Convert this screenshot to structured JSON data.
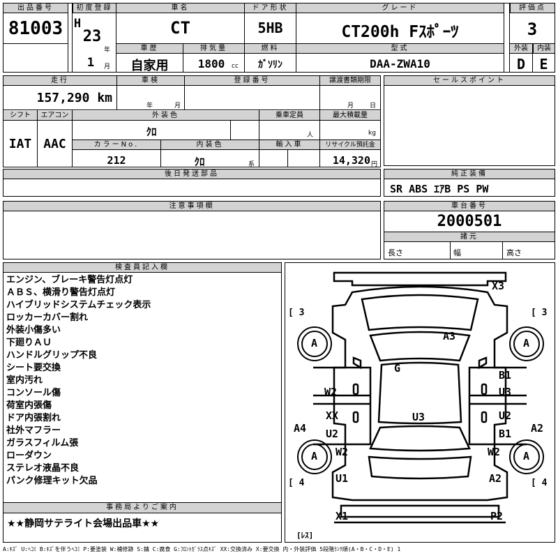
{
  "header": {
    "lot_no_label": "出品番号",
    "lot_no": "81003",
    "first_reg_label": "初度登録",
    "era_letter": "H",
    "era_year": "23",
    "year_unit": "年",
    "month": "1",
    "month_unit": "月",
    "car_name_label": "車名",
    "car_name": "CT",
    "door_label": "ドア形状",
    "door": "5HB",
    "grade_label": "グレード",
    "grade": "CT200h Fｽﾎﾟｰﾂ",
    "score_label": "評価点",
    "score": "3",
    "history_label": "車歴",
    "history": "自家用",
    "displacement_label": "排気量",
    "displacement": "1800",
    "displacement_unit": "cc",
    "fuel_label": "燃料",
    "fuel": "ｶﾞｿﾘﾝ",
    "model_label": "型式",
    "model": "DAA-ZWA10",
    "exterior_label": "外装",
    "exterior": "D",
    "interior_label": "内装",
    "interior": "E"
  },
  "row2": {
    "mileage_label": "走行",
    "mileage": "157,290 km",
    "inspection_label": "車検",
    "inspection_year_unit": "年",
    "inspection_month_unit": "月",
    "reg_no_label": "登録番号",
    "deadline_label": "譲渡書類期限",
    "deadline_month_unit": "月",
    "deadline_day_unit": "日",
    "sales_point_label": "セールスポイント"
  },
  "row3": {
    "shift_label": "シフト",
    "shift": "IAT",
    "ac_label": "エアコン",
    "ac": "AAC",
    "ext_color_label": "外装色",
    "ext_color": "ｸﾛ",
    "capacity_label": "乗車定員",
    "capacity_unit": "人",
    "max_load_label": "最大積載量",
    "max_load_unit": "kg",
    "color_no_label": "カラーNo.",
    "color_no": "212",
    "int_color_label": "内装色",
    "int_color": "ｸﾛ",
    "int_color_unit": "系",
    "import_label": "輸入車",
    "recycle_label": "リサイクル預託金",
    "recycle": "14,320",
    "recycle_unit": "円"
  },
  "later_parts_label": "後日発送部品",
  "equipment_label": "純正装備",
  "equipment": "SR ABS ｴｱB PS PW",
  "notes_label": "注意事項欄",
  "chassis_label": "車台番号",
  "chassis": "2000501",
  "specs_label": "諸元",
  "length_label": "長さ",
  "width_label": "幅",
  "height_label": "高さ",
  "inspector_label": "検査員記入欄",
  "inspector_notes": [
    "エンジン、ブレーキ警告灯点灯",
    "ＡＢＳ、横滑り警告灯点灯",
    "ハイブリッドシステムチェック表示",
    "ロッカーカバー割れ",
    "外装小傷多い",
    "下廻りＡＵ",
    "ハンドルグリップ不良",
    "シート要交換",
    "室内汚れ",
    "コンソール傷",
    "荷室内張傷",
    "ドア内張割れ",
    "社外マフラー",
    "ガラスフィルム張",
    "ローダウン",
    "ステレオ液晶不良",
    "パンク修理キット欠品"
  ],
  "office_label": "事務局よりご案内",
  "office_note": "★★静岡サテライト会場出品車★★",
  "legend": "A:ｷｽﾞ U:ﾍｺﾐ B:ｷｽﾞを伴うﾍｺﾐ P:要塗装 W:補修跡 S:錆 C:腐食 G:ﾌﾛﾝﾄｶﾞﾗｽ点ｷｽﾞ XX:交換済み X:要交換 内・外装評価 5段階ﾗﾝｸ順(A・B・C・D・E) 1",
  "diagram": {
    "tire_fl": "A",
    "tire_fr": "A",
    "tire_rl": "A",
    "tire_rr": "A",
    "bracket_tl": "[ 3",
    "bracket_tr": "[ 3",
    "bracket_bl": "[ 4",
    "bracket_br": "[ 4",
    "spare": "[ﾚｽ]",
    "m_x3": "X3",
    "m_a3": "A3",
    "m_g": "G",
    "m_b1_top": "B1",
    "m_u3_right": "U3",
    "m_w2_left": "W2",
    "m_xx": "XX",
    "m_u2_left": "U2",
    "m_u3_center": "U3",
    "m_u2_right": "U2",
    "m_b1_right": "B1",
    "m_a4": "A4",
    "m_a2_right": "A2",
    "m_w2_rl": "W2",
    "m_w2_rr": "W2",
    "m_u1": "U1",
    "m_a2_rear": "A2",
    "m_x1": "X1",
    "m_p2": "P2"
  }
}
